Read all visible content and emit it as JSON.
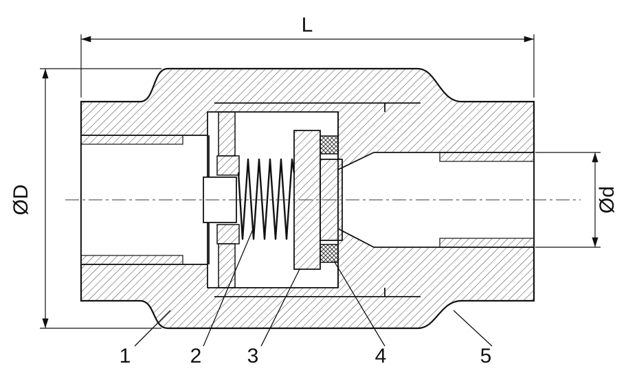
{
  "drawing": {
    "type": "technical section drawing of a spring check valve",
    "dimensions": {
      "length_label": "L",
      "outer_diameter_label": "ØD",
      "bore_diameter_label": "Ød"
    },
    "part_numbers": [
      "1",
      "2",
      "3",
      "4",
      "5"
    ],
    "colors": {
      "line": "#111111",
      "background": "#ffffff",
      "hatch": "#3c3c3c"
    }
  }
}
